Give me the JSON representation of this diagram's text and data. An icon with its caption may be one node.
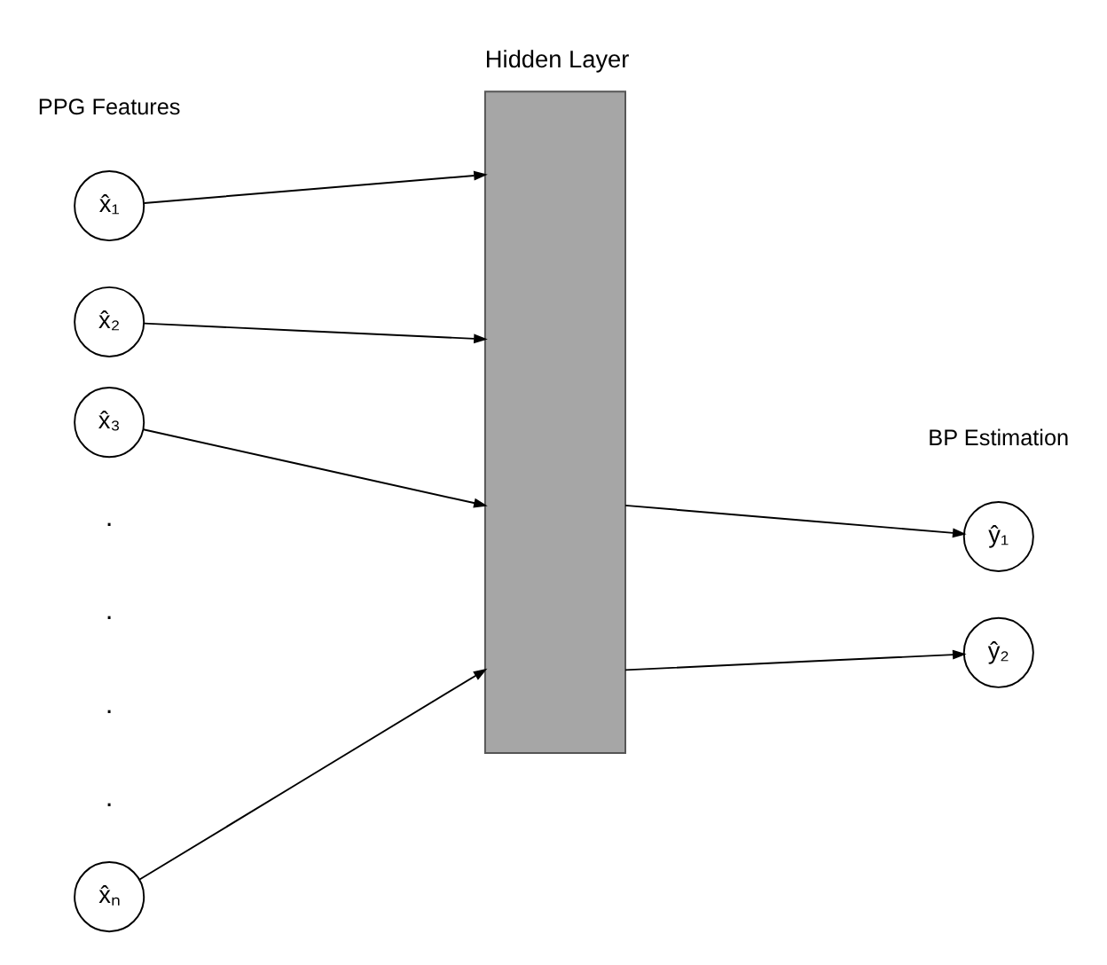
{
  "diagram": {
    "nodes": [
      {
        "text": [
          "x̂₁"
        ]
      },
      {
        "text": [
          "x̂₂"
        ]
      },
      {
        "text": [
          "x̂₃"
        ]
      },
      {
        "text": [
          "x̂ₙ"
        ]
      },
      {
        "text": [
          "Hidden Layer"
        ]
      },
      {
        "text": [
          "ŷ₁"
        ]
      },
      {
        "text": [
          "ŷ₂"
        ]
      }
    ],
    "edges": [
      {
        "from": 0,
        "to": 4,
        "arrow": "to"
      },
      {
        "from": 1,
        "to": 4,
        "arrow": "to"
      },
      {
        "from": 2,
        "to": 4,
        "arrow": "to"
      },
      {
        "from": 3,
        "to": 4,
        "arrow": "to"
      },
      {
        "from": 4,
        "to": 5,
        "arrow": "to"
      },
      {
        "from": 4,
        "to": 6,
        "arrow": "to"
      }
    ],
    "labels": [
      "PPG Features",
      ".",
      ".",
      ".",
      ".",
      "BP Estimation"
    ]
  }
}
